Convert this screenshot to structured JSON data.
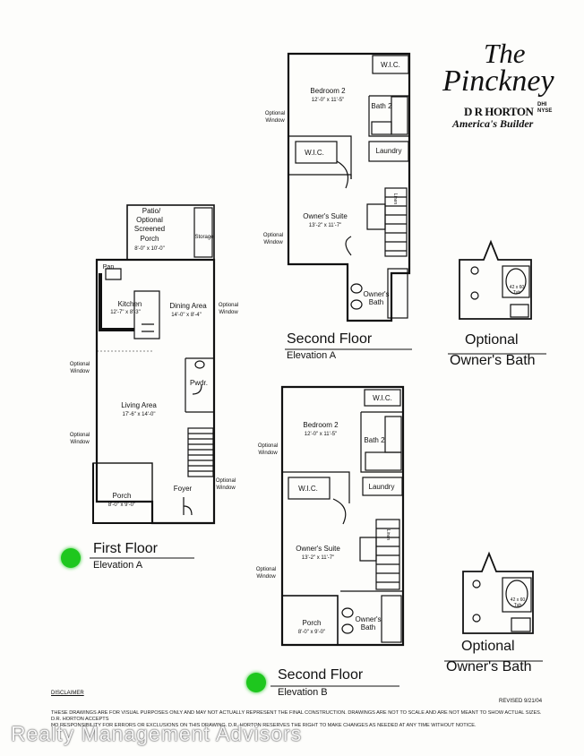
{
  "brand": {
    "the": "The",
    "name": "Pinckney",
    "builder_logo": "D R HORTON",
    "logo_tag_top": "DHI",
    "logo_tag_bottom": "NYSE",
    "tagline": "America's Builder"
  },
  "first_floor": {
    "title": "First Floor",
    "elevation": "Elevation A",
    "rooms": {
      "patio_1": "Patio/",
      "patio_2": "Optional",
      "patio_3": "Screened",
      "patio_4": "Porch",
      "patio_dim": "8'-0\" x 10'-0\"",
      "storage": "Storage",
      "pan": "Pan",
      "kitchen": "Kitchen",
      "kitchen_dim": "12'-7\" x 8'-3\"",
      "dining": "Dining Area",
      "dining_dim": "14'-0\" x 8'-4\"",
      "pwdr": "Pwdr.",
      "living": "Living Area",
      "living_dim": "17'-6\" x 14'-0\"",
      "porch": "Porch",
      "porch_dim": "8'-0\" x 9'-0\"",
      "foyer": "Foyer",
      "opt_window": "Optional",
      "window": "Window"
    }
  },
  "second_floor_a": {
    "title": "Second Floor",
    "elevation": "Elevation A",
    "rooms": {
      "wic_top": "W.I.C.",
      "bedroom2": "Bedroom 2",
      "bedroom2_dim": "12'-0\" x 11'-5\"",
      "bath2": "Bath 2",
      "wic": "W.I.C.",
      "laundry": "Laundry",
      "owners_suite": "Owner's Suite",
      "owners_suite_dim": "13'-2\" x 11'-7\"",
      "owners_bath_1": "Owner's",
      "owners_bath_2": "Bath",
      "linen": "Linen"
    }
  },
  "second_floor_b": {
    "title": "Second Floor",
    "elevation": "Elevation B",
    "rooms": {
      "wic_top": "W.I.C.",
      "bedroom2": "Bedroom 2",
      "bedroom2_dim": "12'-0\" x 11'-5\"",
      "bath2": "Bath 2",
      "wic": "W.I.C.",
      "laundry": "Laundry",
      "owners_suite": "Owner's Suite",
      "owners_suite_dim": "13'-2\" x 11'-7\"",
      "owners_bath_1": "Owner's",
      "owners_bath_2": "Bath",
      "porch": "Porch",
      "porch_dim": "8'-0\" x 9'-0\"",
      "linen": "Linen"
    }
  },
  "optional_bath_1": {
    "line1": "Optional",
    "line2": "Owner's Bath",
    "tub_1": "42 x 60",
    "tub_2": "Tub"
  },
  "optional_bath_2": {
    "line1": "Optional",
    "line2": "Owner's Bath",
    "tub_1": "42 x 60",
    "tub_2": "Tub"
  },
  "footer": {
    "disclaimer_title": "DISCLAIMER",
    "revised": "REVISED 9/21/04",
    "disclaimer_1": "THESE DRAWINGS ARE FOR VISUAL PURPOSES ONLY AND MAY NOT ACTUALLY REPRESENT THE FINAL CONSTRUCTION. DRAWINGS ARE NOT TO SCALE AND ARE NOT MEANT TO SHOW ACTUAL SIZES. D.R. HORTON ACCEPTS",
    "disclaimer_2": "NO RESPONSIBILITY FOR ERRORS OR EXCLUSIONS ON THIS DRAWING. D.R. HORTON RESERVES THE RIGHT TO MAKE CHANGES AS NEEDED AT ANY TIME WITHOUT NOTICE.",
    "watermark": "Realty Management Advisors"
  },
  "colors": {
    "marker_dot": "#1ec71e",
    "line": "#111111"
  }
}
